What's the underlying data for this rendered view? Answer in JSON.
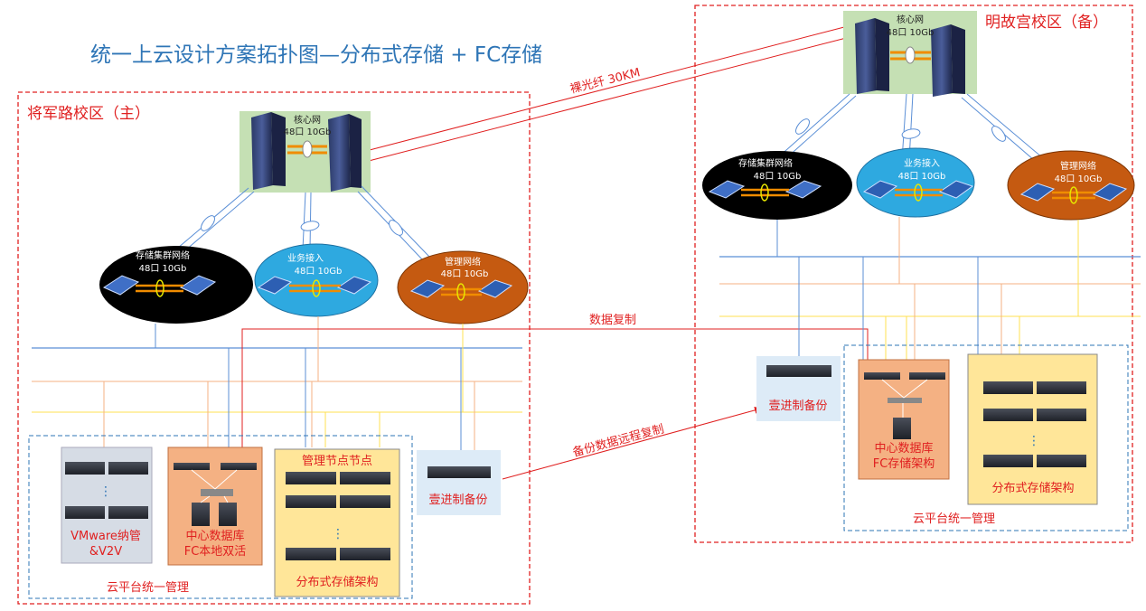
{
  "title": "统一上云设计方案拓扑图—分布式存储 + FC存储",
  "link_fiber": "裸光纤  30KM",
  "link_data_replication": "数据复制",
  "link_backup_replication": "备份数据远程复制",
  "colors": {
    "title": "#2e75b6",
    "red_text": "#e02020",
    "core_bg": "#c5e0b4",
    "storage_net": "#000000",
    "business_net": "#2ea9e0",
    "mgmt_net": "#c55a11",
    "vm_box": "#d6dce5",
    "fc_box": "#f4b183",
    "dist_box": "#ffe699",
    "backup_box": "#ddebf7"
  },
  "left": {
    "region_label": "将军路校区（主）",
    "core_label": "核心网",
    "core_ports": "48口 10Gb",
    "storage_net_label": "存储集群网络",
    "storage_net_ports": "48口 10Gb",
    "business_label": "业务接入",
    "business_ports": "48口 10Gb",
    "mgmt_label": "管理网络",
    "mgmt_ports": "48口 10Gb",
    "vmware_label": "VMware纳管\n&V2V",
    "fc_label": "中心数据库\nFC本地双活",
    "dist_top_label": "管理节点节点",
    "dist_bottom_label": "分布式存储架构",
    "backup_label": "壹进制备份",
    "cloud_mgmt_label": "云平台统一管理"
  },
  "right": {
    "region_label": "明故宫校区（备）",
    "core_label": "核心网",
    "core_ports": "48口 10Gb",
    "storage_net_label": "存储集群网络",
    "storage_net_ports": "48口 10Gb",
    "business_label": "业务接入",
    "business_ports": "48口 10Gb",
    "mgmt_label": "管理网络",
    "mgmt_ports": "48口 10Gb",
    "backup_label": "壹进制备份",
    "fc_label": "中心数据库\nFC存储架构",
    "dist_label": "分布式存储架构",
    "cloud_mgmt_label": "云平台统一管理"
  }
}
